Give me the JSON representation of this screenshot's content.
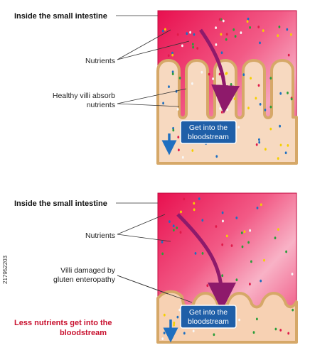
{
  "colors": {
    "lumen_top": "#e8104f",
    "lumen_light": "#f7a6bf",
    "tissue": "#f7d1b3",
    "villus_fill": "#f7d9c0",
    "villus_stroke": "#d6a868",
    "arrow_purple": "#8e1a6b",
    "arrow_blue": "#1f6fc0",
    "badge": "#1f5fa8",
    "warn_text": "#c8102e"
  },
  "icons": {
    "nutrient_dots": "nutrient-dot-icon",
    "flow_arrow": "curved-arrow-icon",
    "down_arrow": "down-arrow-icon"
  },
  "panel_top": {
    "title": "Inside the small intestine",
    "nutrients_label": "Nutrients",
    "villi_label_line1": "Healthy villi absorb",
    "villi_label_line2": "nutrients",
    "badge_line1": "Get into the",
    "badge_line2": "bloodstream"
  },
  "panel_bottom": {
    "title": "Inside the small intestine",
    "nutrients_label": "Nutrients",
    "villi_label_line1": "Villi damaged by",
    "villi_label_line2": "gluten enteropathy",
    "badge_line1": "Get into the",
    "badge_line2": "bloodstream",
    "warning_line1": "Less nutrients get into the",
    "warning_line2": "bloodstream"
  },
  "stock_id": "217952203"
}
